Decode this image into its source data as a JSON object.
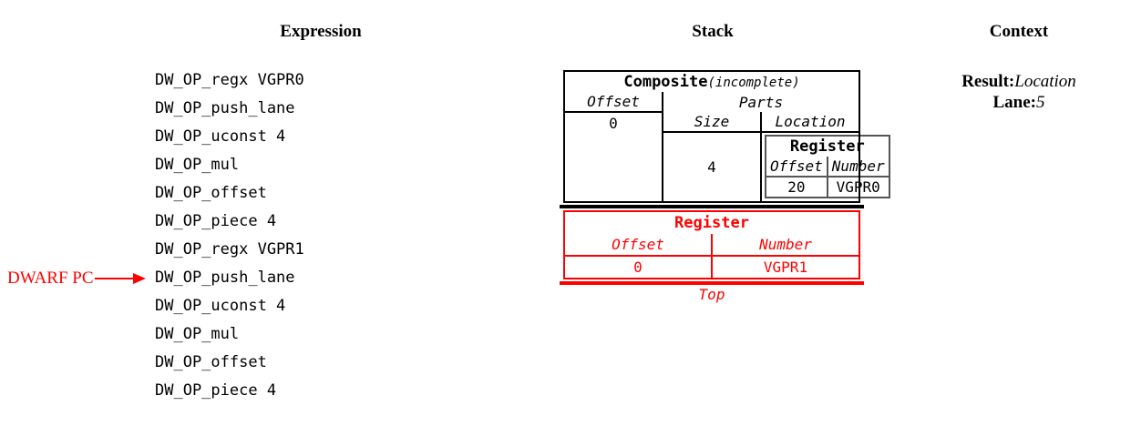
{
  "headers": {
    "expression": "Expression",
    "stack": "Stack",
    "context": "Context"
  },
  "expression": {
    "operations": [
      "DW_OP_regx VGPR0",
      "DW_OP_push_lane",
      "DW_OP_uconst 4",
      "DW_OP_mul",
      "DW_OP_offset",
      "DW_OP_piece 4",
      "DW_OP_regx VGPR1",
      "DW_OP_push_lane",
      "DW_OP_uconst 4",
      "DW_OP_mul",
      "DW_OP_offset",
      "DW_OP_piece 4"
    ],
    "pc_pointer": {
      "label": "DWARF PC",
      "target_index": 7,
      "color": "#ff0000"
    }
  },
  "stack": {
    "composite": {
      "title": "Composite",
      "title_suffix": "(incomplete)",
      "offset_header": "Offset",
      "parts_header": "Parts",
      "offset_value": "0",
      "size_header": "Size",
      "location_header": "Location",
      "size_value": "4",
      "location": {
        "title": "Register",
        "offset_header": "Offset",
        "number_header": "Number",
        "offset_value": "20",
        "number_value": "VGPR0"
      }
    },
    "top": {
      "title": "Register",
      "offset_header": "Offset",
      "number_header": "Number",
      "offset_value": "0",
      "number_value": "VGPR1",
      "top_label": "Top",
      "color": "#ff0000"
    }
  },
  "context": {
    "result_key": "Result:",
    "result_value": "Location",
    "lane_key": "Lane:",
    "lane_value": "5"
  }
}
